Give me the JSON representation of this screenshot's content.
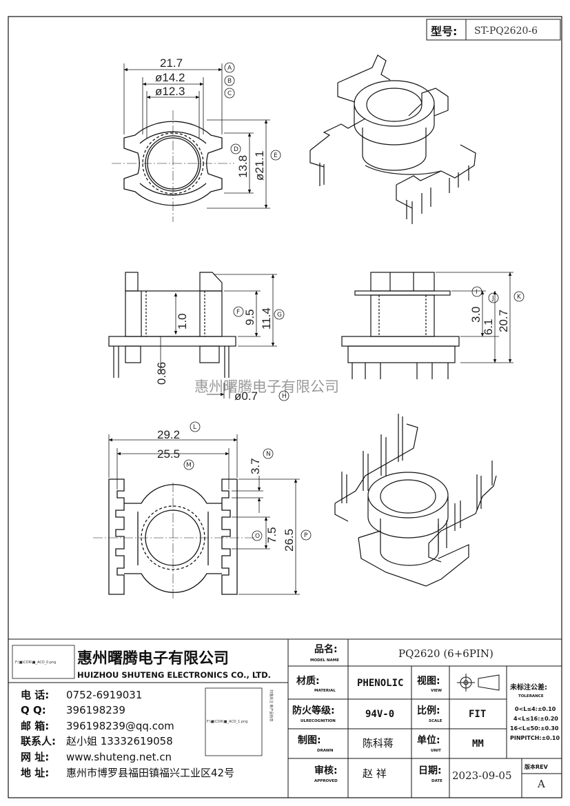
{
  "header": {
    "model_label": "型号:",
    "model_value": "ST-PQ2620-6"
  },
  "dims": {
    "top_width": "21.7",
    "top_d1": "ø14.2",
    "top_d2": "ø12.3",
    "top_h": "13.8",
    "top_dia": "ø21.1",
    "side_h1": "1.0",
    "side_h2": "9.5",
    "side_h3": "11.4",
    "side_pin": "0.86",
    "pin_dia": "ø0.7",
    "right_h1": "3.0",
    "right_h2": "6.1",
    "right_h3": "20.7",
    "bot_w1": "29.2",
    "bot_w2": "25.5",
    "bot_pitch": "3.7",
    "bot_h1": "7.5",
    "bot_h2": "26.5"
  },
  "markers": [
    "A",
    "B",
    "C",
    "D",
    "E",
    "F",
    "G",
    "H",
    "I",
    "J",
    "K",
    "L",
    "M",
    "N",
    "O",
    "P"
  ],
  "watermark": "惠州曙腾电子有限公司",
  "company": {
    "name_cn": "惠州曙腾电子有限公司",
    "name_en": "HUIZHOU SHUTENG ELECTRONICS CO., LTD.",
    "logo_path": "F:\\■\\CDR\\■_ACD_0.png",
    "qr_path": "F:\\■\\CDR\\■_ACD_1.png",
    "qr_note": "扫描关注 新产品信息"
  },
  "contacts": [
    {
      "label": "电    话:",
      "value": "0752-6919031"
    },
    {
      "label": "Q      Q:",
      "value": "396198239"
    },
    {
      "label": "邮    箱:",
      "value": "396198239@qq.com"
    },
    {
      "label": "联系人:",
      "value": "赵小姐 13332619058"
    },
    {
      "label": "网    址:",
      "value": "www.shuteng.net.cn"
    },
    {
      "label": "地    址:",
      "value": "惠州市博罗县福田镇福兴工业区42号"
    }
  ],
  "titleblock": {
    "model_name_label": "品名:",
    "model_name_sub": "MODEL NAME",
    "model_name_value": "PQ2620 (6+6PIN)",
    "material_label": "材质:",
    "material_sub": "MATERIAL",
    "material_value": "PHENOLIC",
    "view_label": "视图:",
    "view_sub": "VIEW",
    "fire_label": "防火等级:",
    "fire_sub": "ULRECOGNITION",
    "fire_value": "94V-0",
    "scale_label": "比例:",
    "scale_sub": "SCALE",
    "scale_value": "FIT",
    "drawn_label": "制图:",
    "drawn_sub": "DRAWN",
    "drawn_value": "陈科蒋",
    "unit_label": "单位:",
    "unit_sub": "UNIT",
    "unit_value": "MM",
    "approved_label": "审核:",
    "approved_sub": "APPROVED",
    "approved_value": "赵  祥",
    "date_label": "日期:",
    "date_sub": "DATE",
    "date_value": "2023-09-05",
    "rev_label": "版本REV",
    "rev_value": "A",
    "tolerance_title": "未标注公差:",
    "tolerance_sub": "TOLERANCE",
    "tolerances": [
      "0<L≤4:±0.10",
      "4<L≤16:±0.20",
      "16<L≤50:±0.30",
      "PINPITCH:±0.10"
    ]
  }
}
